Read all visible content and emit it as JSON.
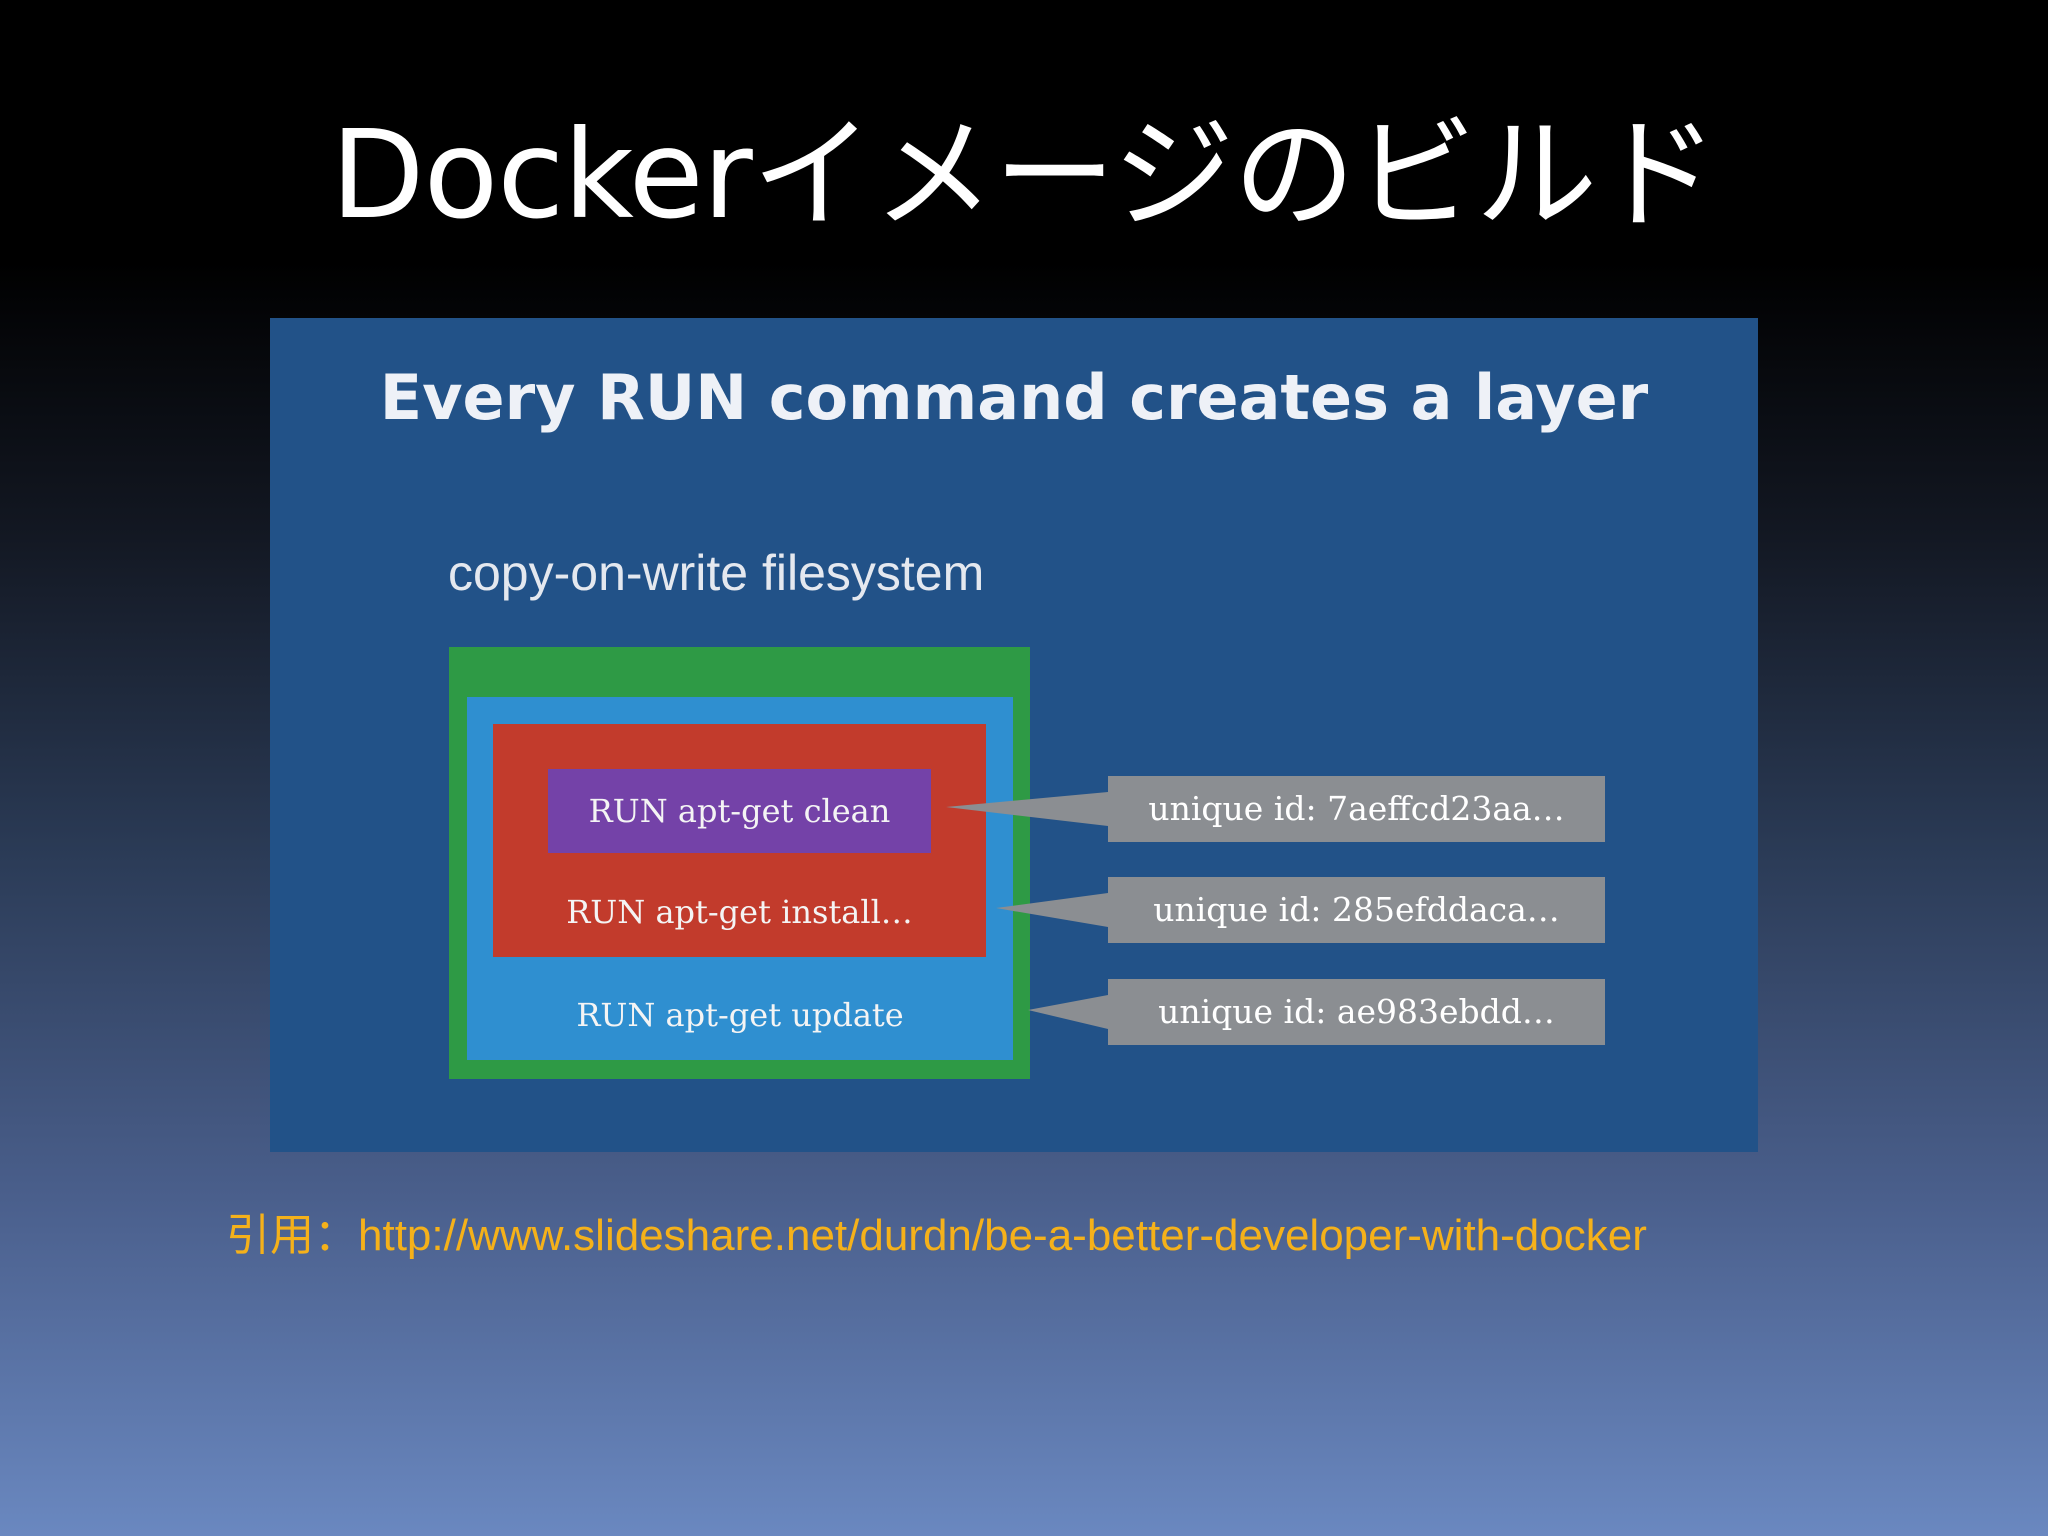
{
  "slide": {
    "title": "Dockerイメージのビルド",
    "citation": "引用：http://www.slideshare.net/durdn/be-a-better-developer-with-docker"
  },
  "figure": {
    "heading": "Every RUN command creates a layer",
    "filesystem_label": "copy-on-write filesystem",
    "layers": [
      {
        "command": "RUN apt-get clean",
        "id_label": "unique id: 7aeffcd23aa…",
        "color": "#7442a8"
      },
      {
        "command": "RUN apt-get install…",
        "id_label": "unique id: 285efddaca…",
        "color": "#c23b2c"
      },
      {
        "command": "RUN apt-get update",
        "id_label": "unique id: ae983ebdd…",
        "color": "#2f8fd0"
      }
    ],
    "container_color": "#2e9a45",
    "background_color": "#225288",
    "id_box_color": "#8b8e92"
  },
  "colors": {
    "title_text": "#ffffff",
    "citation_text": "#f5b11a"
  }
}
